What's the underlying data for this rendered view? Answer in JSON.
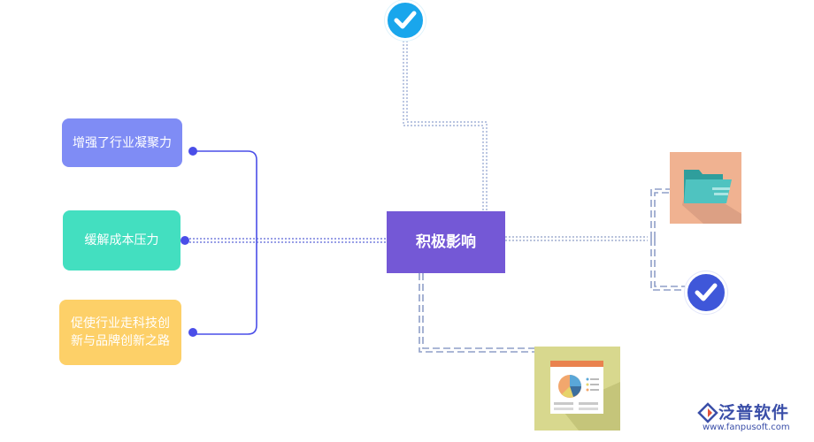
{
  "center_node": {
    "label": "积极影响"
  },
  "left_nodes": [
    {
      "label": "增强了行业凝聚力",
      "color": "#7f8cf5"
    },
    {
      "label": "缓解成本压力",
      "color": "#43dfc0"
    },
    {
      "label": "促使行业走科技创新与品牌创新之路",
      "color": "#fdd068"
    }
  ],
  "icons": {
    "top": "checkmark-circle-icon",
    "right_top": "folder-icon",
    "right_bottom": "checkmark-circle-icon",
    "bottom": "pie-chart-document-icon"
  },
  "colors": {
    "center": "#7458d6",
    "connector_left": "#4a4ee8",
    "connector_dotted": "#8f9fc8",
    "check_top": "#19a6ec",
    "check_right": "#3f57d9",
    "folder_tile": "#f0b291",
    "chart_tile": "#d8d88e"
  },
  "watermark": {
    "brand": "泛普软件",
    "url": "www.fanpusoft.com"
  }
}
